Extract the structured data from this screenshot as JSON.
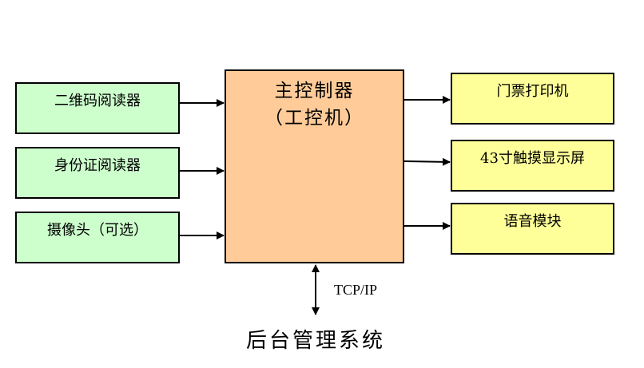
{
  "inputs": [
    {
      "label": "二维码阅读器"
    },
    {
      "label": "身份证阅读器"
    },
    {
      "label": "摄像头（可选）"
    }
  ],
  "controller": {
    "title": "主控制器",
    "subtitle": "（工控机）"
  },
  "outputs": [
    {
      "label": "门票打印机"
    },
    {
      "label": "43寸触摸显示屏"
    },
    {
      "label": "语音模块"
    }
  ],
  "link": {
    "label": "TCP/IP"
  },
  "backend": {
    "label": "后台管理系统"
  },
  "colors": {
    "input_fill": "#ccffcc",
    "output_fill": "#ffff99",
    "controller_fill": "#ffcc99",
    "stroke": "#000000"
  }
}
